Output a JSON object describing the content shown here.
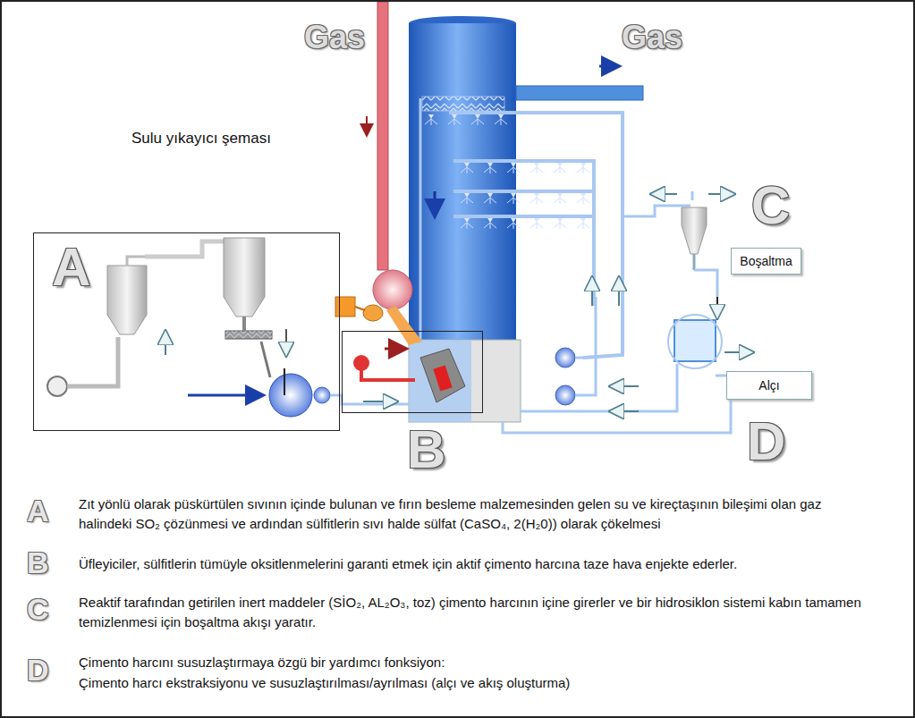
{
  "diagram": {
    "nodes": [
      {
        "text": [
          "A"
        ]
      },
      {
        "text": [
          "B"
        ]
      },
      {
        "text": [
          "Boşaltma"
        ]
      },
      {
        "text": [
          "Alçı"
        ]
      }
    ],
    "labels": [
      "Gas",
      "Gas",
      "Sulu yıkayıcı şeması",
      "C",
      "D",
      "A",
      "Zıt yönlü olarak püskürtülen sıvının içinde bulunan ve fırın besleme malzemesinden gelen su ve kireçtaşının bileşimi olan gaz halindeki SO₂ çözünmesi ve ardından sülfitlerin sıvı halde sülfat (CaSO₄, 2(H₂0)) olarak çökelmesi",
      "B",
      "Üfleyiciler, sülfitlerin tümüyle oksitlenmelerini garanti etmek için aktif çimento harcına taze hava enjekte ederler.",
      "C",
      "Reaktif tarafından getirilen inert maddeler (SİO₂, AL₂O₃, toz) çimento harcının içine girerler ve bir hidrosiklon sistemi kabın tamamen temizlenmesi için boşaltma akışı yaratır.",
      "D",
      "Çimento harcını susuzlaştırmaya özgü bir yardımcı fonksiyon:",
      "Çimento harcı ekstraksiyonu ve susuzlaştırılması/ayrılması (alçı ve akış oluşturma)"
    ]
  }
}
